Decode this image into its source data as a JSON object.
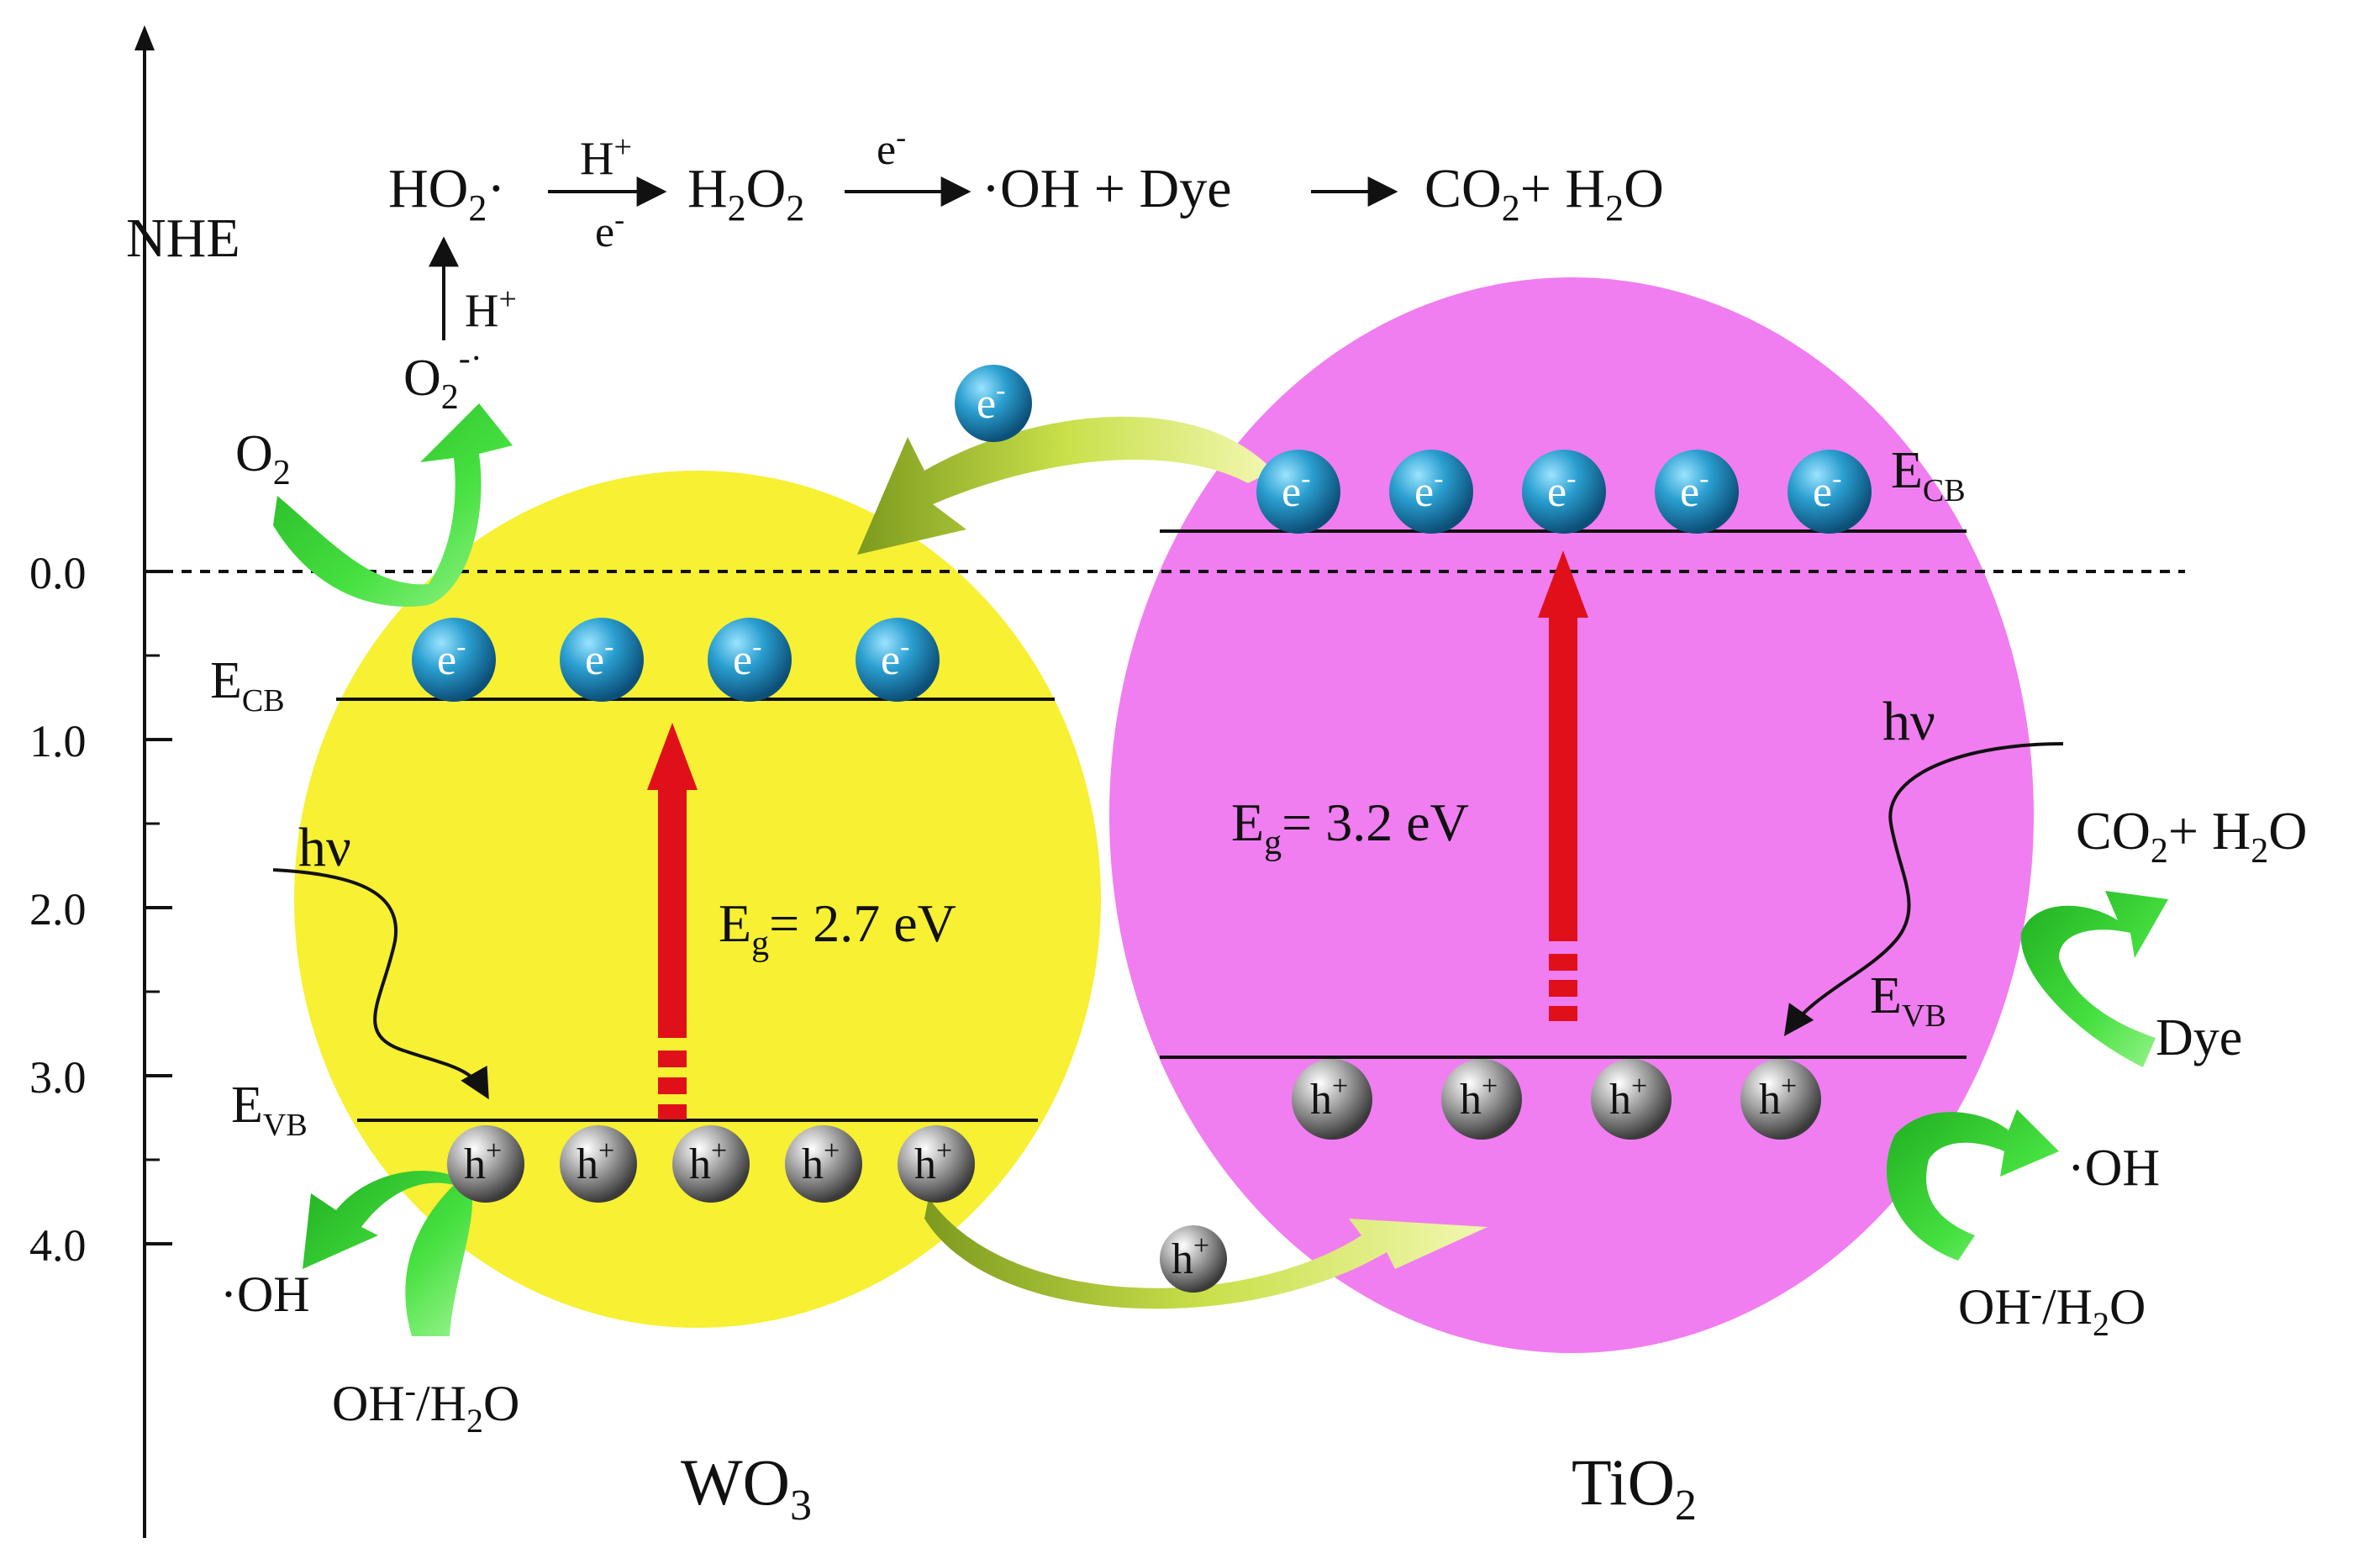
{
  "axis": {
    "label": "NHE",
    "ticks": [
      {
        "value": "0.0",
        "potential": 0.0
      },
      {
        "value": "1.0",
        "potential": 1.0
      },
      {
        "value": "2.0",
        "potential": 2.0
      },
      {
        "value": "3.0",
        "potential": 3.0
      },
      {
        "value": "4.0",
        "potential": 4.0
      }
    ]
  },
  "reaction_chain": {
    "ho2": "HO",
    "ho2_sub": "2",
    "ho2_dot": "·",
    "h_plus": "H",
    "plus_sup": "+",
    "e": "e",
    "minus_sup": "-",
    "h2o2_h": "H",
    "h2o2_o": "O",
    "sub2": "2",
    "oh_dye": "·OH + Dye",
    "co2": "CO",
    "plus_h2o_h": "+ H",
    "h2o_o": "O",
    "o2_radical": "O",
    "o2_radical_sup": "-·",
    "o2": "O"
  },
  "wo3": {
    "name": "WO",
    "name_sub": "3",
    "ecb": "E",
    "ecb_sub": "CB",
    "evb": "E",
    "evb_sub": "VB",
    "eg_prefix": "E",
    "eg_sub": "g",
    "eg_value": "= 2.7 eV",
    "hv": "hν",
    "oh_product": "·OH",
    "oh_reactant_main": "OH",
    "oh_reactant_sup": "-",
    "oh_reactant_tail": "/H",
    "oh_reactant_sub": "2",
    "oh_reactant_end": "O",
    "electron_count": 4,
    "hole_count": 5
  },
  "tio2": {
    "name": "TiO",
    "name_sub": "2",
    "ecb": "E",
    "ecb_sub": "CB",
    "evb": "E",
    "evb_sub": "VB",
    "eg_prefix": "E",
    "eg_sub": "g",
    "eg_value": "= 3.2 eV",
    "hv": "hν",
    "co2_product": "CO",
    "co2_sub": "2",
    "co2_tail": "+ H",
    "h2o_sub": "2",
    "h2o_end": "O",
    "dye": "Dye",
    "oh_product": "·OH",
    "oh_reactant_main": "OH",
    "oh_reactant_sup": "-",
    "oh_reactant_tail": "/H",
    "oh_reactant_sub": "2",
    "oh_reactant_end": "O",
    "electron_count": 5,
    "hole_count": 4
  },
  "transfer": {
    "electron": "e",
    "electron_sup": "-",
    "hole": "h",
    "hole_sup": "+"
  },
  "particles": {
    "electron_label": "e",
    "electron_sup": "-",
    "hole_label": "h",
    "hole_sup": "+"
  },
  "colors": {
    "wo3_fill": "#f7f033",
    "tio2_fill": "#f07ef0",
    "electron": "#1e8fc0",
    "hole": "#8a8a8a",
    "excitation_arrow": "#e0101a",
    "reaction_arrow": "#3fd23a",
    "transfer_arrow": "#b6d93a"
  }
}
